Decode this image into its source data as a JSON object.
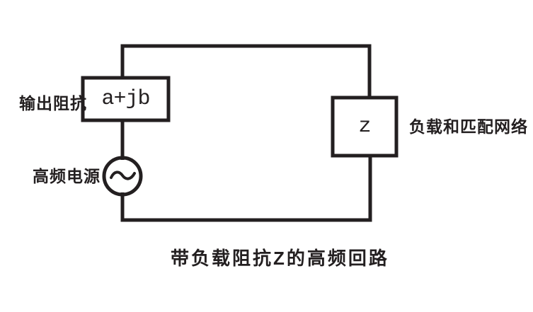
{
  "diagram": {
    "caption": "带负载阻抗Z的高频回路",
    "labels": {
      "output_impedance": "输出阻抗",
      "hf_source": "高频电源",
      "load_network": "负载和匹配网络"
    },
    "components": {
      "source_impedance_box_value": "a+jb",
      "load_box_value": "z",
      "ac_source_symbol": "sine-tilde"
    },
    "colors": {
      "ink": "#231f20",
      "background": "#ffffff"
    }
  }
}
